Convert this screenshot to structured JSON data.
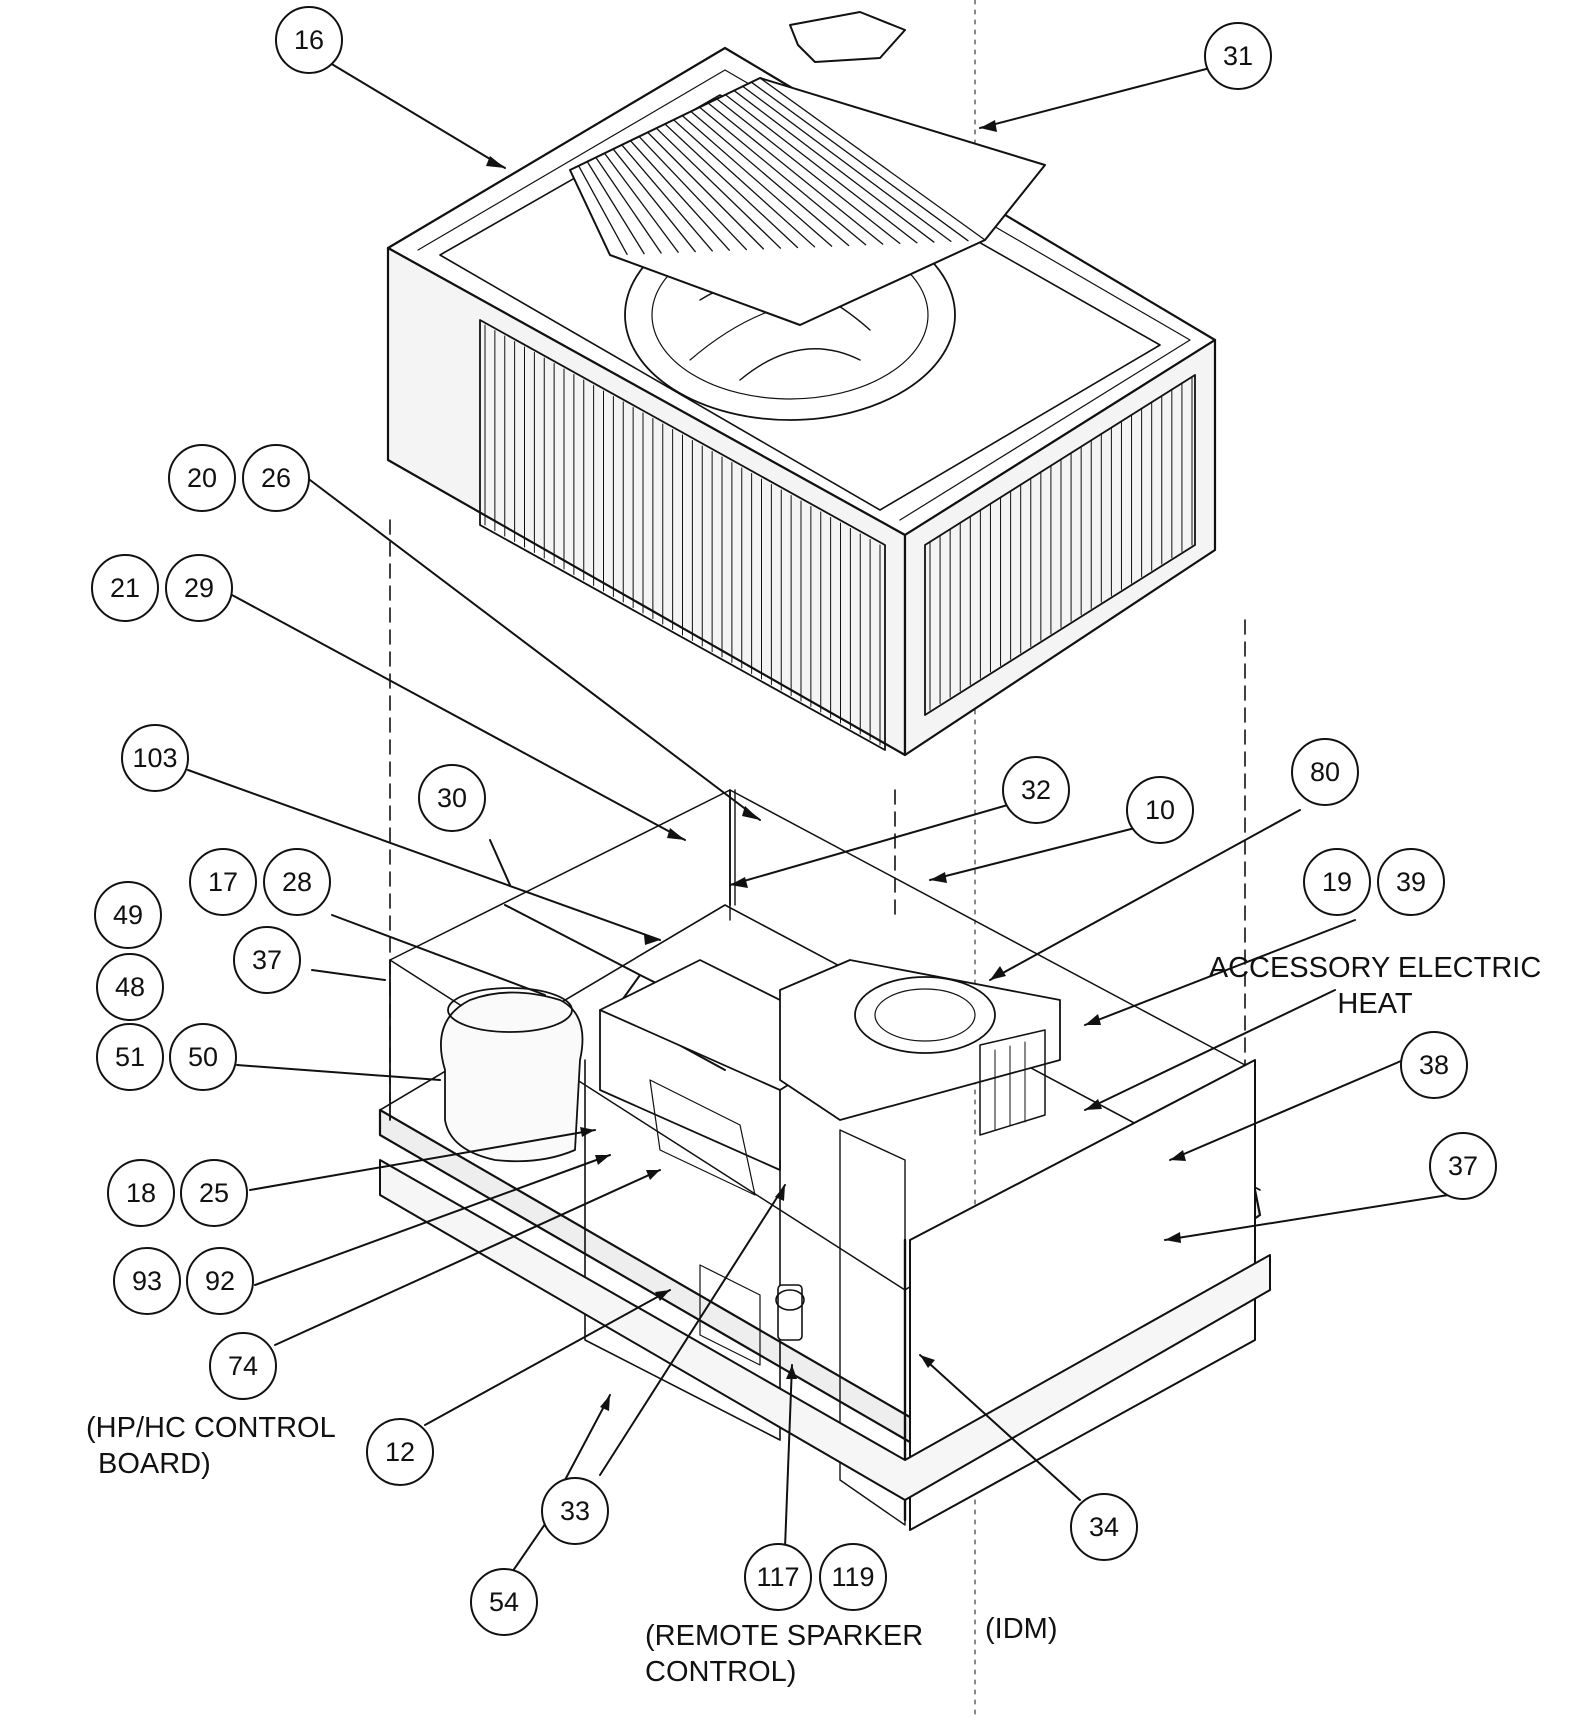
{
  "callouts": [
    {
      "label": "16"
    },
    {
      "label": "31"
    },
    {
      "label": "20"
    },
    {
      "label": "26"
    },
    {
      "label": "21"
    },
    {
      "label": "29"
    },
    {
      "label": "103"
    },
    {
      "label": "30"
    },
    {
      "label": "32"
    },
    {
      "label": "10"
    },
    {
      "label": "80"
    },
    {
      "label": "17"
    },
    {
      "label": "28"
    },
    {
      "label": "19"
    },
    {
      "label": "39"
    },
    {
      "label": "49"
    },
    {
      "label": "37"
    },
    {
      "label": "48"
    },
    {
      "label": "51"
    },
    {
      "label": "50"
    },
    {
      "label": "38"
    },
    {
      "label": "18"
    },
    {
      "label": "25"
    },
    {
      "label": "37"
    },
    {
      "label": "93"
    },
    {
      "label": "92"
    },
    {
      "label": "74"
    },
    {
      "label": "12"
    },
    {
      "label": "33"
    },
    {
      "label": "34"
    },
    {
      "label": "117"
    },
    {
      "label": "119"
    },
    {
      "label": "54"
    }
  ],
  "notes": {
    "accessory_line1": "ACCESSORY ELECTRIC",
    "accessory_line2": "HEAT",
    "hp_line1": "(HP/HC CONTROL",
    "hp_line2": "BOARD)",
    "sparker_line1": "(REMOTE SPARKER",
    "sparker_line2": "CONTROL)",
    "idm": "(IDM)"
  }
}
